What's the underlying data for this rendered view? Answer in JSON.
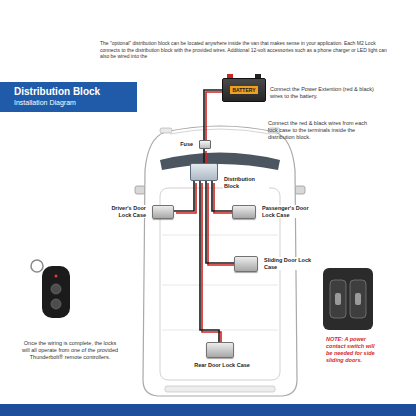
{
  "diagram": {
    "nodes": [
      {
        "text": [
          "Distribution Block",
          "Installation Diagram"
        ]
      },
      {
        "text": [
          "BATTERY"
        ]
      },
      {
        "text": [
          "Fuse"
        ]
      },
      {
        "text": [
          "Distribution Block"
        ]
      },
      {
        "text": [
          "Driver's Door Lock Case"
        ]
      },
      {
        "text": [
          "Passenger's Door Lock Case"
        ]
      },
      {
        "text": [
          "Sliding Door Lock Case"
        ]
      },
      {
        "text": [
          "Rear Door Lock Case"
        ]
      }
    ],
    "edges": [
      {
        "from": 1,
        "to": 2,
        "arrow": "none"
      },
      {
        "from": 2,
        "to": 3,
        "arrow": "none"
      },
      {
        "from": 3,
        "to": 4,
        "arrow": "none"
      },
      {
        "from": 3,
        "to": 5,
        "arrow": "none"
      },
      {
        "from": 3,
        "to": 6,
        "arrow": "none"
      },
      {
        "from": 3,
        "to": 7,
        "arrow": "none"
      }
    ],
    "labels": [
      "The \"optional\" distribution block can be located anywhere inside the van that makes sense in your application. Each M2 Lock connects to the distribution block with the provided wires. Additional 12-volt accessories such as a phone charger or LED light can also be wired into the",
      "Connect the Power Extention (red & black) wires to the battery.",
      "Connect the red & black wires from each lock case to the terminals inside the distribution block.",
      "Once the wiring is complete, the locks will all operate from one of the provided Thunderbolt® remote controllers.",
      "NOTE: A power contact switch will be needed for side sliding doors."
    ]
  }
}
